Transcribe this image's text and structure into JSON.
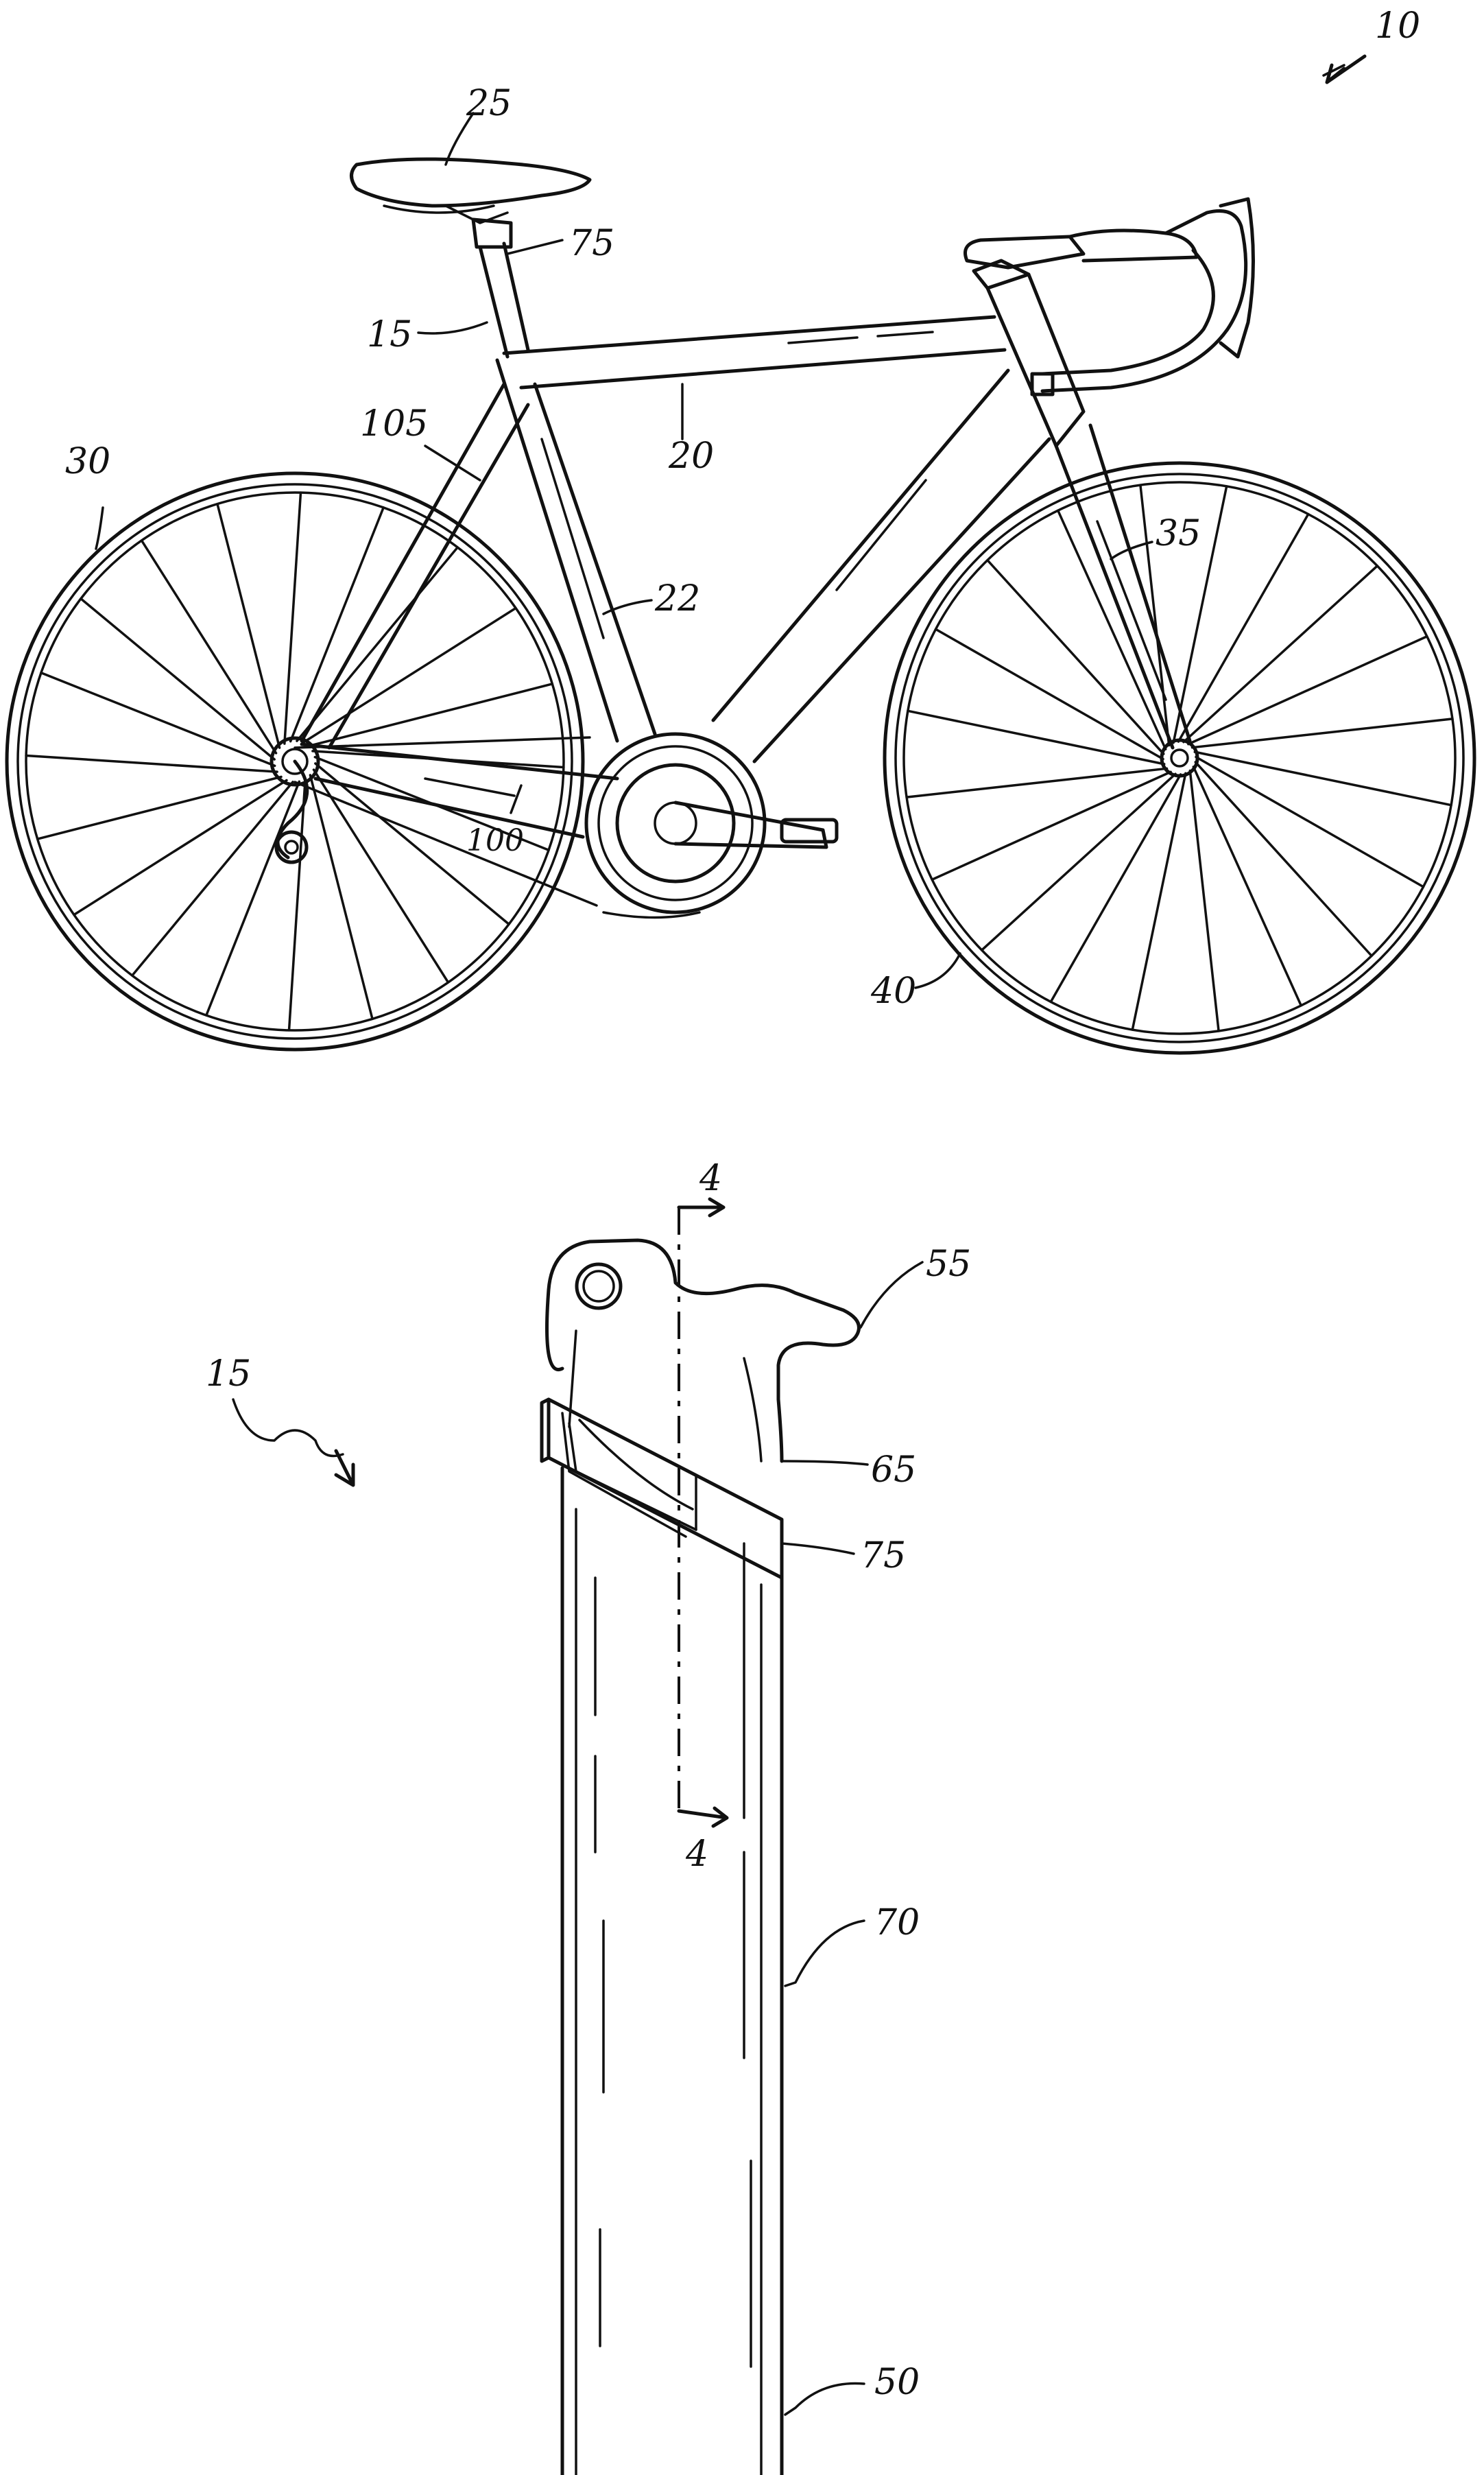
{
  "figure_1": {
    "labels": {
      "bicycle": "10",
      "saddle": "25",
      "band": "75",
      "seatpost": "15",
      "top_tube": "20",
      "seat_tube": "22",
      "rear_wheel": "30",
      "seat_stay": "105",
      "fork": "35",
      "chain_stay": "100",
      "front_wheel": "40"
    }
  },
  "figure_2": {
    "labels": {
      "seatpost": "15",
      "section_top": "4",
      "section_bottom": "4",
      "clamp_head": "55",
      "upper_portion": "65",
      "band": "75",
      "shaft": "70",
      "lower_end": "50"
    }
  }
}
